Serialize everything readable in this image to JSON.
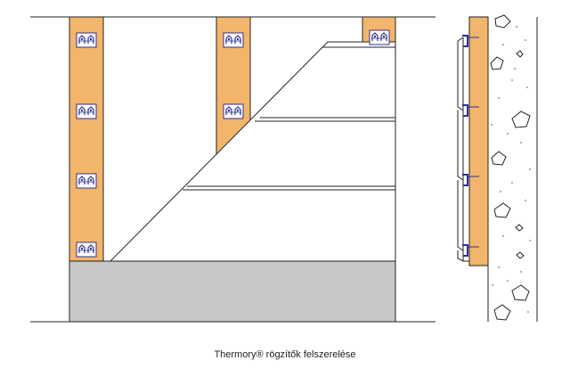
{
  "diagram": {
    "caption": "Thermory® rögzítők felszerelése",
    "colors": {
      "batten": "#F2B56B",
      "concrete_band": "#C8C8C8",
      "clip": "#2E3192",
      "line": "#222222",
      "wall_speckle": "#777777"
    },
    "components": {
      "battens": [
        "batten",
        "batten",
        "batten"
      ],
      "clip_icons": [
        "clip-icon"
      ],
      "panel_boards": [
        "board",
        "board",
        "board"
      ],
      "section_clips": [
        "clip",
        "clip",
        "clip",
        "clip"
      ]
    }
  }
}
